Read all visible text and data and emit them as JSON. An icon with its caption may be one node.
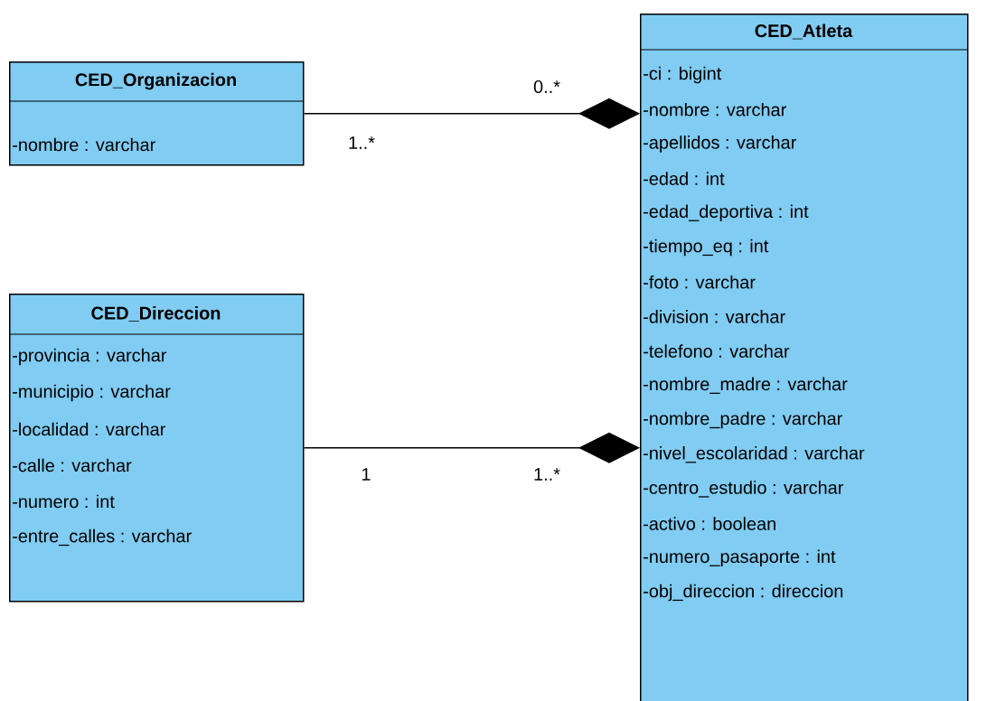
{
  "diagram": {
    "nodes": [
      {
        "text": [
          "CED_Organizacion",
          "-nombre : varchar"
        ]
      },
      {
        "text": [
          "CED_Direccion",
          "-provincia : varchar",
          "-municipio : varchar",
          "-localidad : varchar",
          "-calle : varchar",
          "-numero : int",
          "-entre_calles : varchar"
        ]
      },
      {
        "text": [
          "CED_Atleta",
          "-ci : bigint",
          "-nombre : varchar",
          "-apellidos : varchar",
          "-edad : int",
          "-edad_deportiva : int",
          "-tiempo_eq : int",
          "-foto : varchar",
          "-division : varchar",
          "-telefono : varchar",
          "-nombre_madre : varchar",
          "-nombre_padre : varchar",
          "-nivel_escolaridad : varchar",
          "-centro_estudio : varchar",
          "-activo : boolean",
          "-numero_pasaporte : int",
          "-obj_direccion : direccion"
        ]
      }
    ],
    "edges": [
      {
        "from": 0,
        "to": 2,
        "arrow": "other"
      },
      {
        "from": 1,
        "to": 2,
        "arrow": "other"
      }
    ],
    "labels": [
      "0..*",
      "1..*",
      "1",
      "1..*"
    ]
  }
}
